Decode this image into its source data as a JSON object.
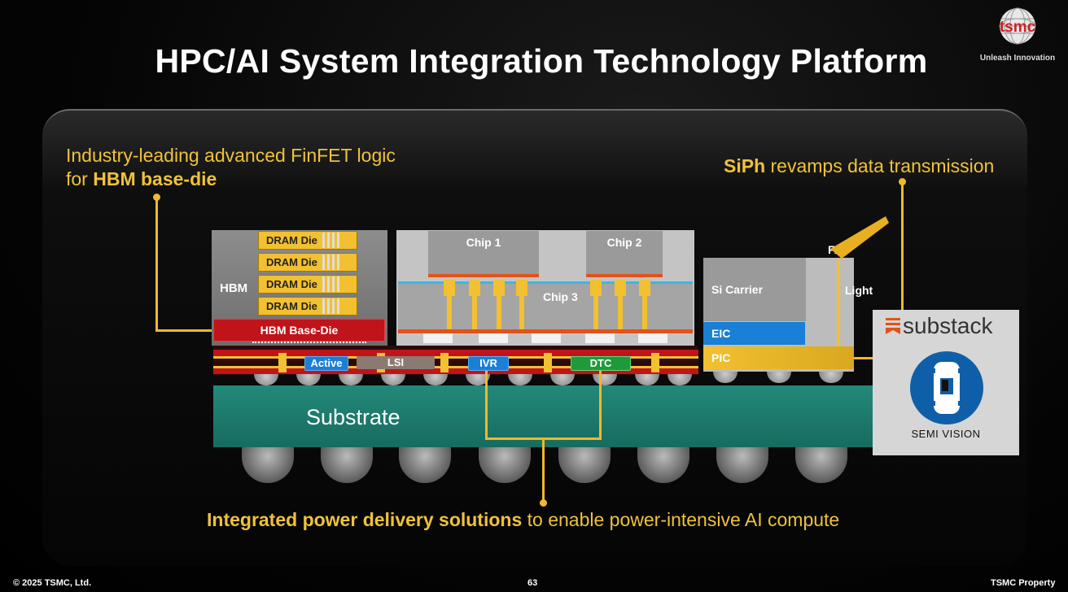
{
  "slide": {
    "title": "HPC/AI System Integration Technology Platform",
    "logo_text": "tsmc",
    "tagline": "Unleash Innovation"
  },
  "callouts": {
    "hbm_line1": "Industry-leading advanced FinFET logic",
    "hbm_for": "for ",
    "hbm_bold": "HBM base-die",
    "siph_bold": "SiPh",
    "siph_rest": " revamps data transmission",
    "power_bold": "Integrated power delivery solutions",
    "power_rest": " to enable power-intensive AI compute"
  },
  "hbm": {
    "label": "HBM",
    "dram_dies": [
      "DRAM Die",
      "DRAM Die",
      "DRAM Die",
      "DRAM Die"
    ],
    "base_die": "HBM Base-Die"
  },
  "compute": {
    "chip1": "Chip 1",
    "chip2": "Chip 2",
    "chip3": "Chip 3"
  },
  "interposer": {
    "active": "Active",
    "lsi": "LSI",
    "ivr": "IVR",
    "dtc": "DTC"
  },
  "siph": {
    "fau": "FAU",
    "si_carrier": "Si Carrier",
    "light": "Light",
    "eic": "EIC",
    "pic": "PIC"
  },
  "substrate": {
    "label": "Substrate"
  },
  "watermark": {
    "brand": "substack",
    "name": "SEMI VISION"
  },
  "footer": {
    "copyright": "© 2025 TSMC, Ltd.",
    "page": "63",
    "property": "TSMC Property"
  },
  "colors": {
    "accent_yellow": "#f0b82a",
    "hbm_base_red": "#c0141a",
    "substrate_teal": "#1c7a6c",
    "eic_blue": "#1a7fd6",
    "dtc_green": "#1f9a3a",
    "tsmc_red": "#d11f26",
    "semivision_blue": "#0f5fa8"
  }
}
